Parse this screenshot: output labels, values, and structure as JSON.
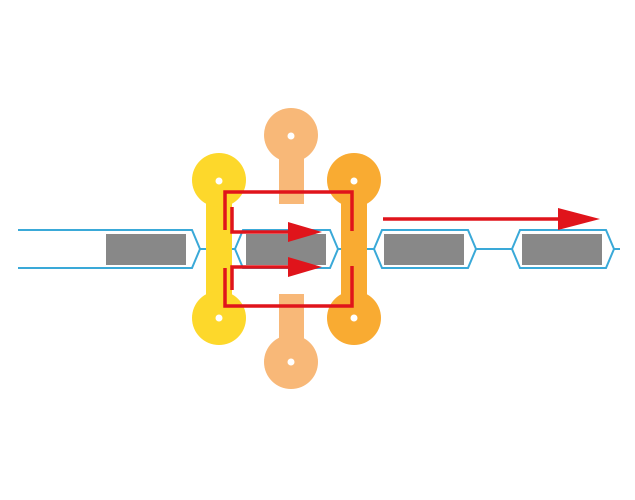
{
  "colors": {
    "background": "#ffffff",
    "track_outline": "#3aa9d8",
    "block_fill": "#888888",
    "yellow_link": "#fdd82b",
    "orange_link": "#f9ab32",
    "peach_link": "#f8b878",
    "pin_dot": "#ffffff",
    "arrow": "#e0141b"
  },
  "diagram": {
    "track": {
      "name": "guide-track"
    },
    "blocks": [
      {
        "name": "block-1"
      },
      {
        "name": "block-2"
      },
      {
        "name": "block-3"
      },
      {
        "name": "block-4"
      }
    ],
    "links": [
      {
        "name": "yellow-link",
        "color_key": "yellow_link"
      },
      {
        "name": "orange-link",
        "color_key": "orange_link"
      },
      {
        "name": "peach-link-top",
        "color_key": "peach_link"
      },
      {
        "name": "peach-link-bottom",
        "color_key": "peach_link"
      }
    ],
    "arrows": [
      {
        "name": "loop-arrow-upper"
      },
      {
        "name": "loop-arrow-lower"
      },
      {
        "name": "direction-arrow"
      }
    ]
  }
}
